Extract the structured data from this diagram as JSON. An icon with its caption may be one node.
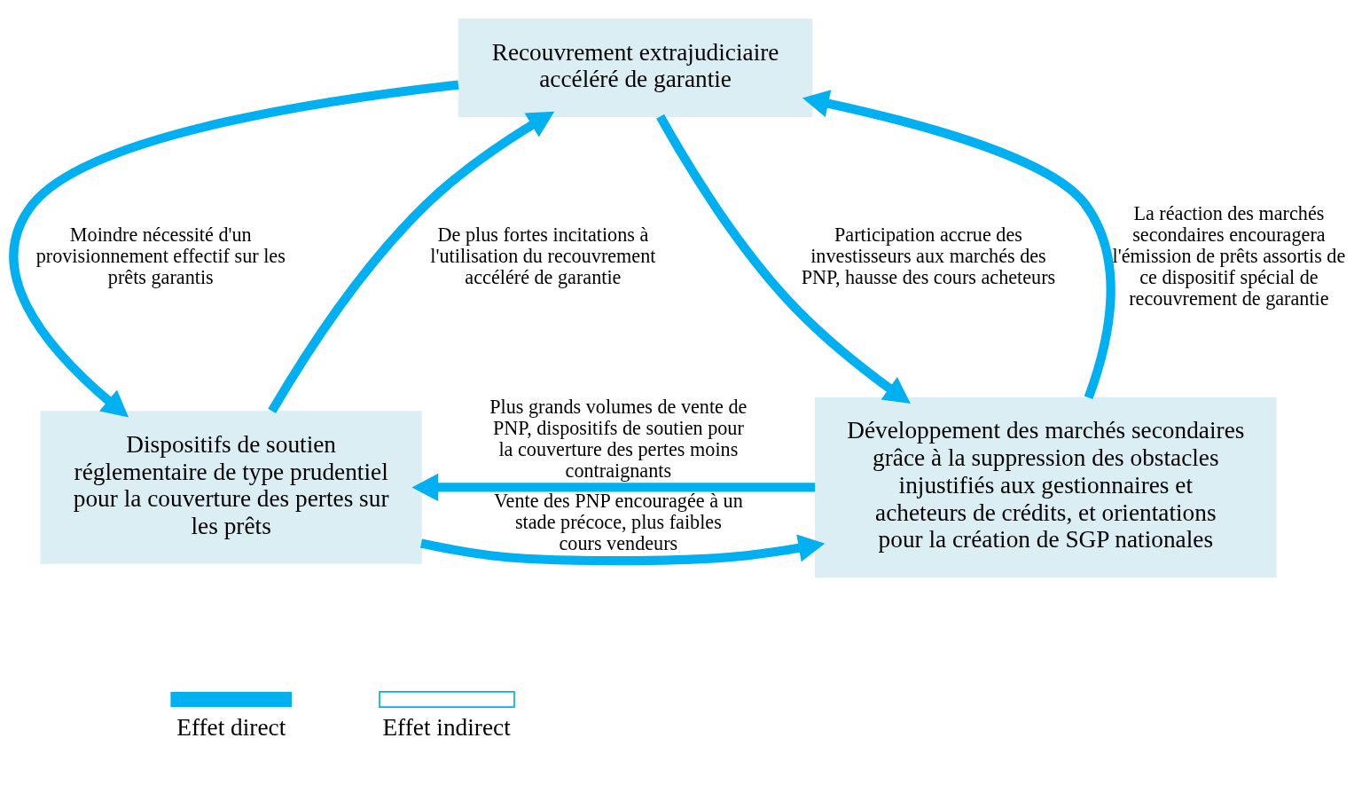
{
  "diagram": {
    "nodes": [
      {
        "text": [
          "Recouvrement extrajudiciaire accéléré de garantie"
        ]
      },
      {
        "text": [
          "Dispositifs de soutien réglementaire de type prudentiel pour la couverture des pertes sur les prêts"
        ]
      },
      {
        "text": [
          "Développement des marchés secondaires grâce à la suppression des obstacles injustifiés aux gestionnaires et acheteurs de crédits, et orientations pour la création de SGP nationales"
        ]
      }
    ],
    "edges": [
      {
        "from": 0,
        "to": 1,
        "arrow": "to",
        "label": "Moindre nécessité d'un provisionnement effectif sur les prêts garantis"
      },
      {
        "from": 1,
        "to": 0,
        "arrow": "to",
        "label": "De plus fortes incitations à l'utilisation du recouvrement accéléré de garantie"
      },
      {
        "from": 0,
        "to": 2,
        "arrow": "to",
        "label": "Participation accrue des investisseurs aux marchés des PNP, hausse des cours acheteurs"
      },
      {
        "from": 2,
        "to": 0,
        "arrow": "to",
        "label": "La réaction des marchés secondaires encouragera l'émission de prêts assortis de ce dispositif spécial de recouvrement de garantie"
      },
      {
        "from": 1,
        "to": 2,
        "arrow": "to",
        "label": "Vente des PNP encouragée à un stade précoce, plus faibles cours vendeurs"
      },
      {
        "from": 2,
        "to": 1,
        "arrow": "to",
        "label": "Plus grands volumes de vente de PNP, dispositifs de soutien pour la couverture des pertes moins contraignants"
      }
    ],
    "legend": [
      {
        "text": "Effet direct"
      },
      {
        "text": "Effet indirect"
      }
    ]
  }
}
